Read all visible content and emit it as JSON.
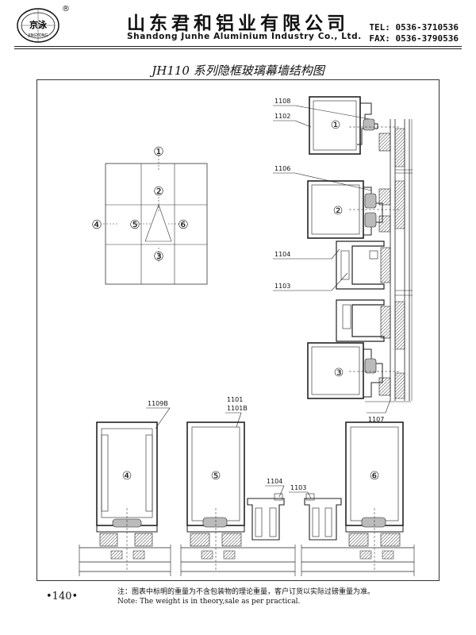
{
  "header": {
    "logo_text": "京泳",
    "logo_sub": "JINGYONG",
    "registered": "®",
    "company_cn": "山东君和铝业有限公司",
    "company_en": "Shandong Junhe Aluminium Industry Co., Ltd.",
    "tel": "TEL: 0536-3710536",
    "fax": "FAX: 0536-3790536"
  },
  "title": "JH110 系列隐框玻璃幕墙结构图",
  "key_plan": {
    "markers": [
      "①",
      "②",
      "③",
      "④",
      "⑤",
      "⑥"
    ]
  },
  "section_labels": {
    "s1": "①",
    "s2": "②",
    "s3": "③",
    "s4": "④",
    "s5": "⑤",
    "s6": "⑥"
  },
  "part_labels": {
    "p1108": "1108",
    "p1102": "1102",
    "p1106": "1106",
    "p1104a": "1104",
    "p1103a": "1103",
    "p1107": "1107",
    "p1109b": "1109B",
    "p1101": "1101",
    "p1101b": "1101B",
    "p1104b": "1104",
    "p1103b": "1103"
  },
  "footer": {
    "page": "•140•",
    "note_cn": "注：图表中标明的重量为不含包装物的理论重量，客户订货以实际过磅重量为准。",
    "note_en": "Note: The weight is in theory,sale as per practical."
  }
}
